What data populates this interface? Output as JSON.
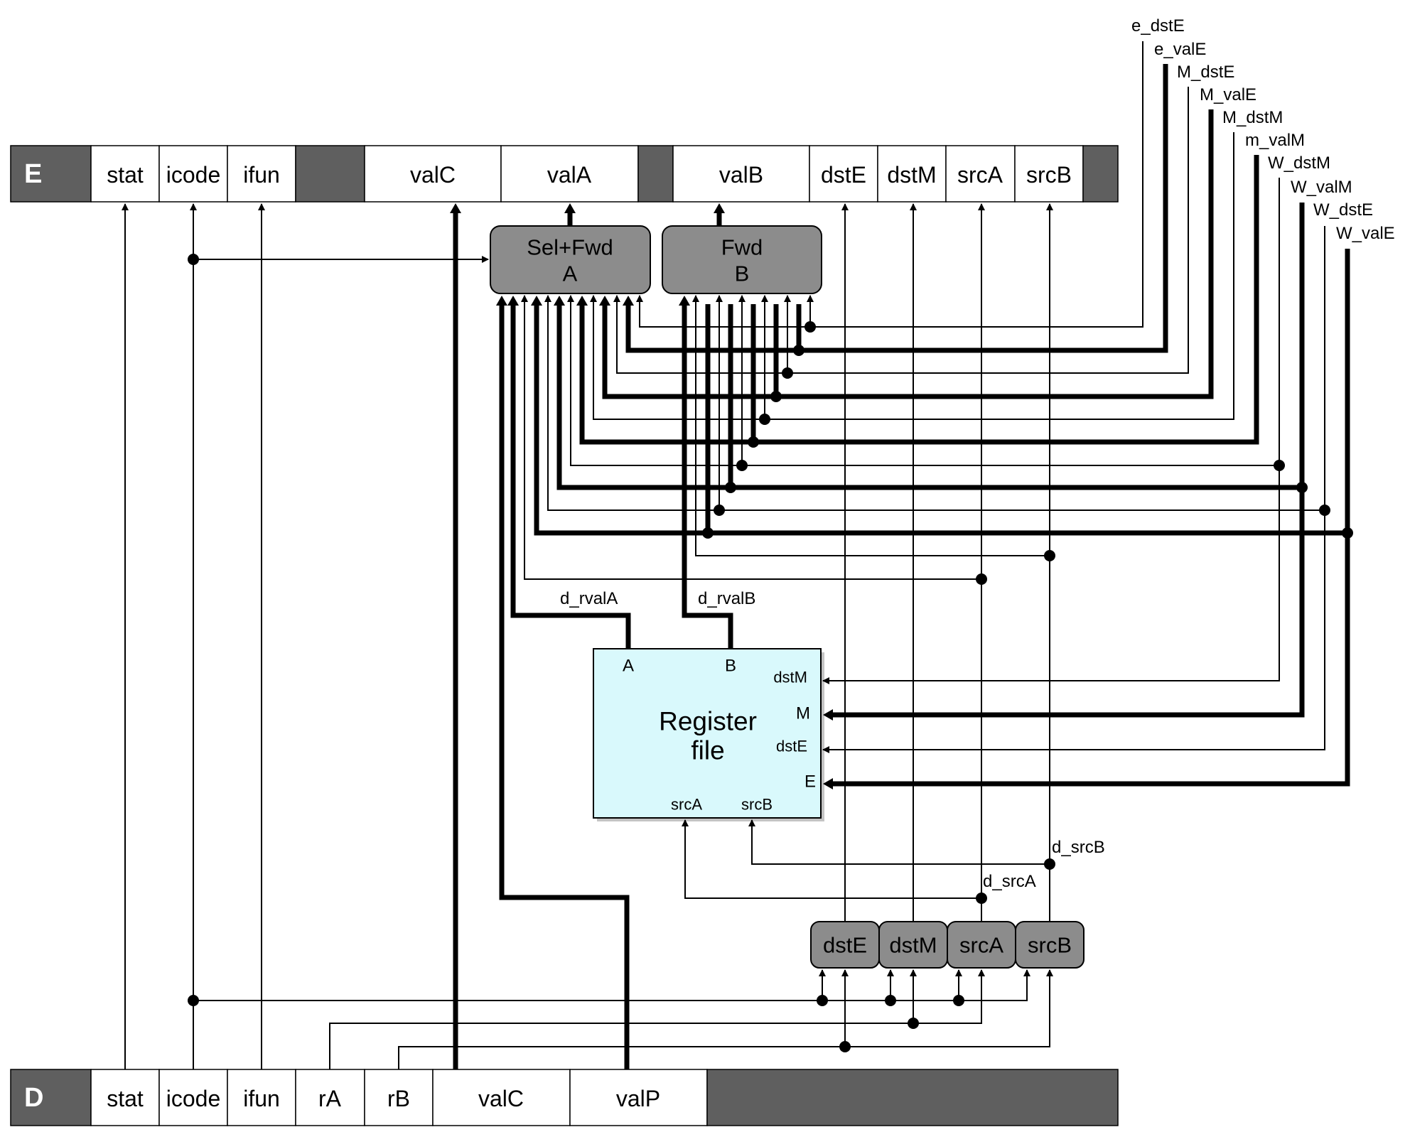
{
  "colors": {
    "pipeline_register_fill": "#5f5f5f",
    "logic_block_fill": "#8c8c8c",
    "register_file_fill": "#d9f9fc",
    "field_fill": "#ffffff",
    "wire": "#000000"
  },
  "e_register": {
    "stage": "E",
    "fields": {
      "stat": "stat",
      "icode": "icode",
      "ifun": "ifun",
      "valC": "valC",
      "valA": "valA",
      "valB": "valB",
      "dstE": "dstE",
      "dstM": "dstM",
      "srcA": "srcA",
      "srcB": "srcB"
    }
  },
  "d_register": {
    "stage": "D",
    "fields": {
      "stat": "stat",
      "icode": "icode",
      "ifun": "ifun",
      "rA": "rA",
      "rB": "rB",
      "valC": "valC",
      "valP": "valP"
    }
  },
  "sel_fwd_a": {
    "line1": "Sel+Fwd",
    "line2": "A"
  },
  "fwd_b": {
    "line1": "Fwd",
    "line2": "B"
  },
  "register_file": {
    "title_line1": "Register",
    "title_line2": "file",
    "ports": {
      "A": "A",
      "B": "B",
      "dstM": "dstM",
      "M": "M",
      "dstE": "dstE",
      "E": "E",
      "srcA": "srcA",
      "srcB": "srcB"
    }
  },
  "decode_logic": {
    "dstE": "dstE",
    "dstM": "dstM",
    "srcA": "srcA",
    "srcB": "srcB"
  },
  "signals": {
    "e_dstE": "e_dstE",
    "e_valE": "e_valE",
    "M_dstE": "M_dstE",
    "M_valE": "M_valE",
    "M_dstM": "M_dstM",
    "m_valM": "m_valM",
    "W_dstM": "W_dstM",
    "W_valM": "W_valM",
    "W_dstE": "W_dstE",
    "W_valE": "W_valE",
    "d_rvalA": "d_rvalA",
    "d_rvalB": "d_rvalB",
    "d_srcA": "d_srcA",
    "d_srcB": "d_srcB"
  }
}
